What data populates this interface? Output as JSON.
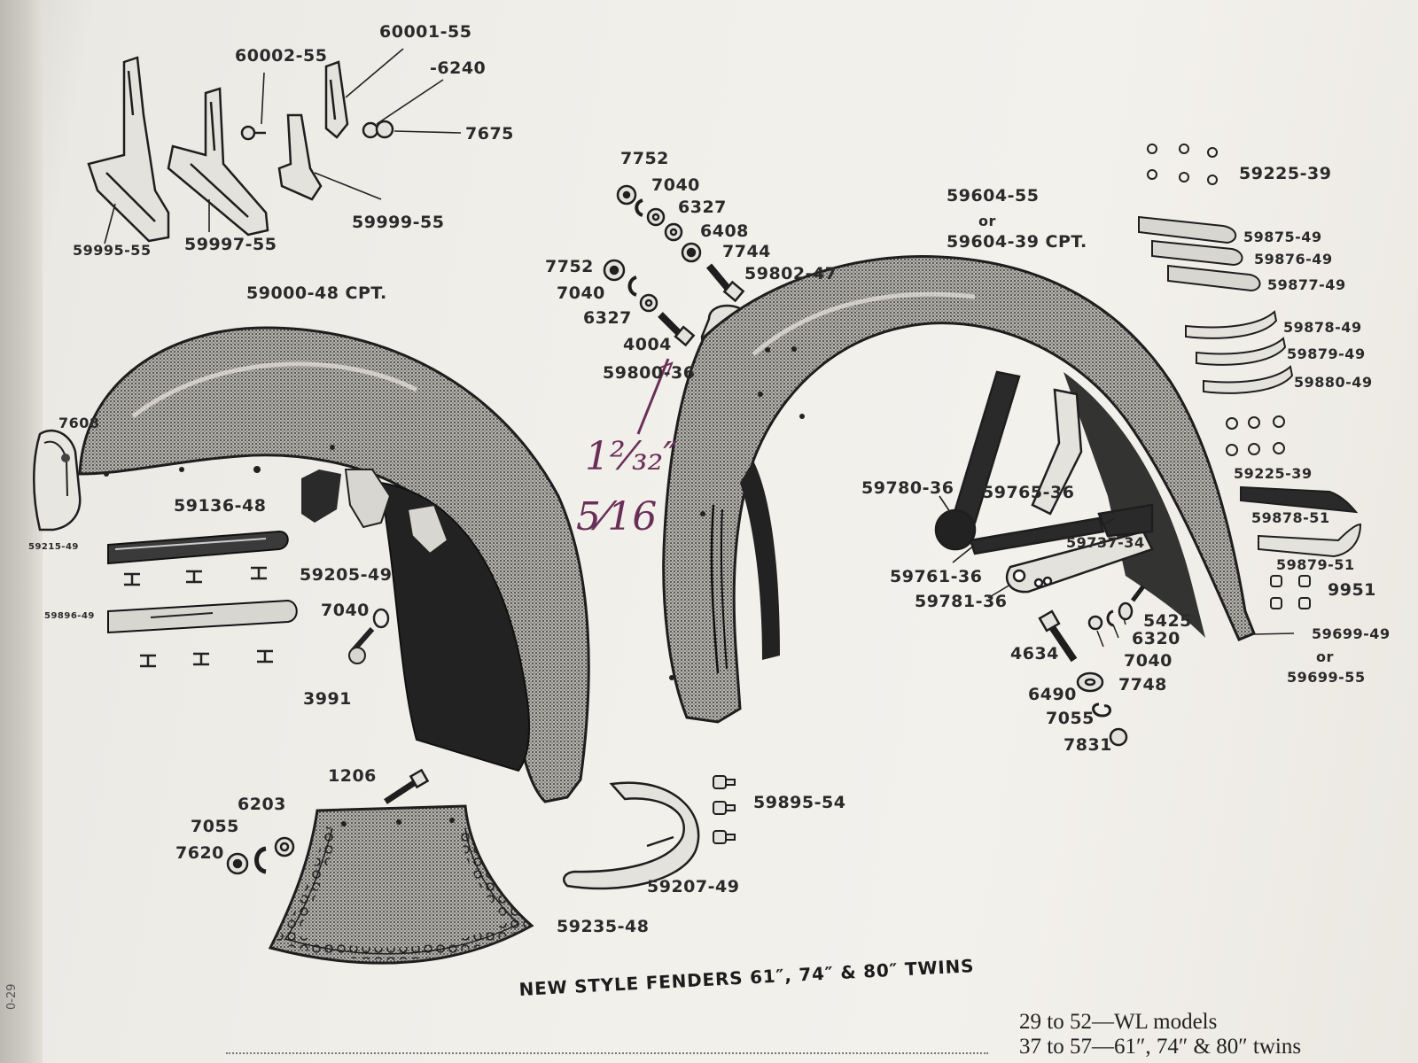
{
  "labels": {
    "l60001": "60001-55",
    "l60002": "60002-55",
    "l6240": "-6240",
    "l7675": "7675",
    "l59995": "59995-55",
    "l59997": "59997-55",
    "l59999": "59999-55",
    "l7752a": "7752",
    "l7040a": "7040",
    "l6327a": "6327",
    "l6408": "6408",
    "l7744": "7744",
    "l59802": "59802-47",
    "l7752b": "7752",
    "l7040b": "7040",
    "l6327b": "6327",
    "l4004": "4004",
    "l59800": "59800-36",
    "l59000": "59000-48   CPT.",
    "l7608": "7608",
    "l59215": "59215-49",
    "l59136": "59136-48",
    "l59205": "59205-49",
    "l59896": "59896-49",
    "l7040c": "7040",
    "l3991": "3991",
    "l1206": "1206",
    "l6203": "6203",
    "l7055a": "7055",
    "l7620": "7620",
    "l59235": "59235-48",
    "l59207": "59207-49",
    "l59895": "59895-54",
    "l59604a": "59604-55",
    "lor1": "or",
    "l59604b": "59604-39   CPT.",
    "l59225a": "59225-39",
    "l59875": "59875-49",
    "l59876": "59876-49",
    "l59877": "59877-49",
    "l59878": "59878-49",
    "l59879": "59879-49",
    "l59880": "59880-49",
    "l59225b": "59225-39",
    "l59878b": "59878-51",
    "l59879b": "59879-51",
    "l9951": "9951",
    "l59780": "59780-36",
    "l59765": "59765-36",
    "l59737": "59737-34",
    "l59761": "59761-36",
    "l59781": "59781-36",
    "l5425": "5425",
    "l6320": "6320",
    "l7040d": "7040",
    "l7748": "7748",
    "l4634": "4634",
    "l6490": "6490",
    "l7055b": "7055",
    "l7831": "7831",
    "l59699a": "59699-49",
    "lor2": "or",
    "l59699b": "59699-55"
  },
  "caption": "NEW STYLE FENDERS 61″, 74″ & 80″ TWINS",
  "handwriting": {
    "line1": "1²⁄₃₂″",
    "line2": "5⁄16"
  },
  "footer": {
    "line1": "29 to 52—WL models",
    "line2": "37 to 57—61″, 74″ & 80″ twins"
  },
  "binding": {
    "text": "0-29"
  },
  "colors": {
    "ink": "#1e1e1e",
    "paper": "#f1efea",
    "fender_fill": "#9a9892",
    "handwriting": "#6a2f58"
  }
}
